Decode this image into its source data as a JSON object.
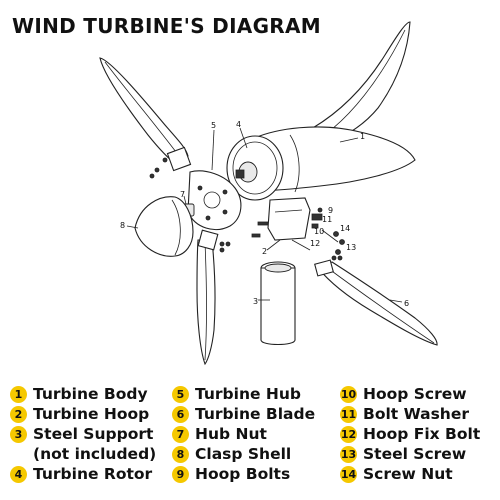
{
  "title": "WIND TURBINE'S DIAGRAM",
  "badge_color": "#f5c800",
  "callouts": [
    "1",
    "2",
    "3",
    "4",
    "5",
    "6",
    "7",
    "8",
    "9",
    "10",
    "11",
    "12",
    "13",
    "14"
  ],
  "legend": {
    "col1": [
      {
        "num": "1",
        "label": "Turbine Body"
      },
      {
        "num": "2",
        "label": "Turbine Hoop"
      },
      {
        "num": "3",
        "label": "Steel Support"
      },
      {
        "num": "",
        "label": "(not included)"
      },
      {
        "num": "4",
        "label": "Turbine Rotor"
      }
    ],
    "col2": [
      {
        "num": "5",
        "label": "Turbine Hub"
      },
      {
        "num": "6",
        "label": "Turbine Blade"
      },
      {
        "num": "7",
        "label": "Hub Nut"
      },
      {
        "num": "8",
        "label": "Clasp Shell"
      },
      {
        "num": "9",
        "label": "Hoop Bolts"
      }
    ],
    "col3": [
      {
        "num": "10",
        "label": "Hoop Screw"
      },
      {
        "num": "11",
        "label": "Bolt Washer"
      },
      {
        "num": "12",
        "label": "Hoop Fix Bolt"
      },
      {
        "num": "13",
        "label": "Steel Screw"
      },
      {
        "num": "14",
        "label": "Screw Nut"
      }
    ]
  }
}
